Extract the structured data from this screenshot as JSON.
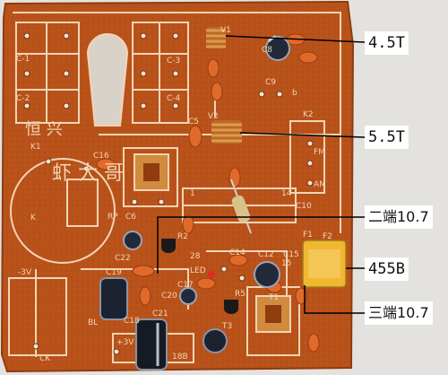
{
  "photo": {
    "subject": "AM/FM radio kit printed circuit board",
    "board_color": "#b8521a",
    "trace_color": "#f3d4b4",
    "background_color": "#e8e6e3"
  },
  "callouts": [
    {
      "text": "4.5T"
    },
    {
      "text": "5.5T"
    },
    {
      "text": "二端10.7"
    },
    {
      "text": "455B"
    },
    {
      "text": "三端10.7"
    }
  ],
  "silkscreen": {
    "c1": "C-1",
    "c2": "C-2",
    "c3": "C-3",
    "c4": "C-4",
    "k1": "K1",
    "k2": "K2",
    "k": "K",
    "rp": "RP",
    "neg3v": "-3V",
    "pos3v": "+3V",
    "c16": "C16",
    "c6": "C6",
    "c22": "C22",
    "c19": "C19",
    "c18": "C18",
    "c21": "C21",
    "c5": "C5",
    "v1": "V1",
    "v2": "V2",
    "c8": "C8",
    "c9": "C9",
    "c10": "C10",
    "c12": "C12",
    "c14": "C14",
    "c15": "C15",
    "c17": "C17",
    "c20": "C20",
    "r2": "R2",
    "r5": "R5",
    "t3": "T3",
    "t1": "T1",
    "f1": "F1",
    "f2": "F2",
    "fm": "FM",
    "am": "AM",
    "n1": "1",
    "n14": "14",
    "n15": "15",
    "n28": "28",
    "led": "LED",
    "ck": "CK",
    "bl": "BL",
    "b": "b",
    "ic": "18B",
    "brand": "虾 大 哥",
    "brand2": "恒 兴"
  }
}
